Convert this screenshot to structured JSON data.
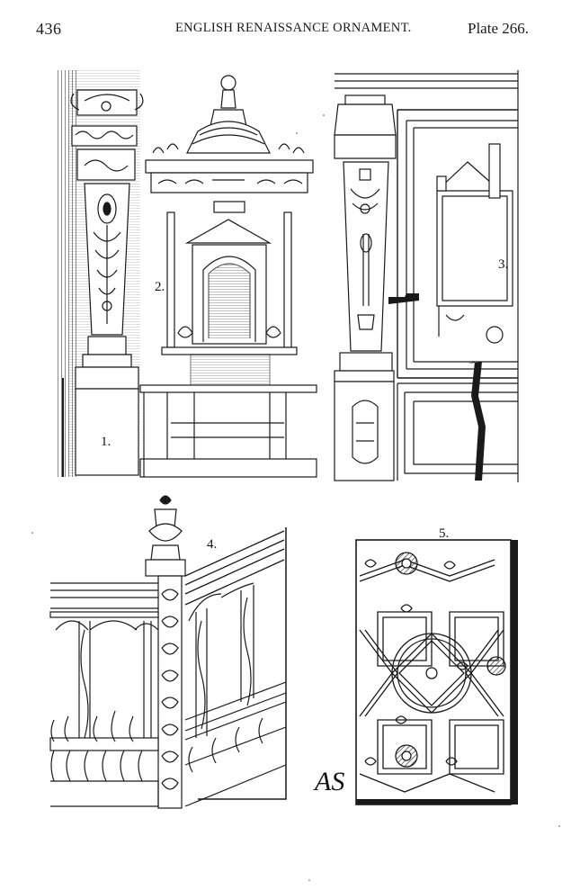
{
  "header": {
    "page_number": "436",
    "running_title": "ENGLISH RENAISSANCE ORNAMENT.",
    "plate": "Plate 266."
  },
  "figures": [
    {
      "number": "1.",
      "icon": "carved-pilaster-icon"
    },
    {
      "number": "2.",
      "icon": "canopied-pew-icon"
    },
    {
      "number": "3.",
      "icon": "panelled-wall-icon"
    },
    {
      "number": "4.",
      "icon": "staircase-balustrade-icon"
    },
    {
      "number": "5.",
      "icon": "strapwork-ceiling-icon"
    }
  ],
  "monogram": "AS",
  "colors": {
    "ink": "#1a1a1a",
    "paper": "#ffffff"
  }
}
